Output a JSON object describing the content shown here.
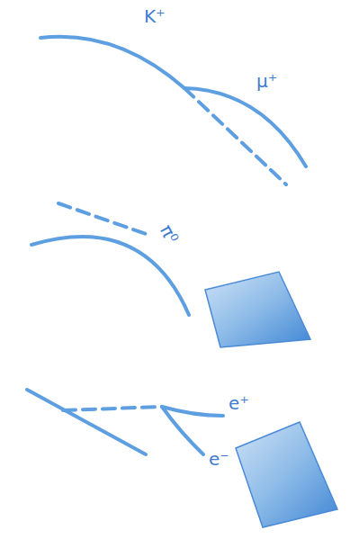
{
  "diagram": {
    "labels": [
      "K⁺",
      "μ⁺",
      "π⁰",
      "e⁺",
      "e⁻"
    ]
  }
}
